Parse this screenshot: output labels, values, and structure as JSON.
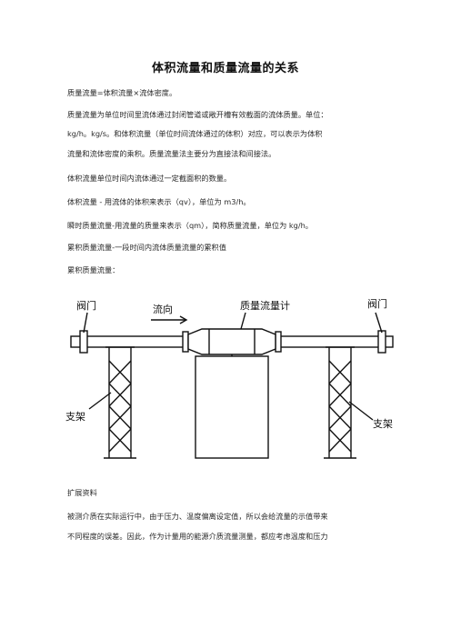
{
  "document": {
    "title": "体积流量和质量流量的关系",
    "paragraphs_top": [
      "质量流量=体积流量×流体密度。",
      "质量流量为单位时间里流体通过封闭管道或敞开槽有效截面的流体质量。单位：",
      "kg/h。kg/s。和体积流量（单位时间流体通过的体积）对应，可以表示为体积",
      "流量和流体密度的乘积。质量流量法主要分为直接法和间接法。",
      "体积流量单位时间内流体通过一定截面积的数量。",
      "体积流量 - 用流体的体积来表示（qv），单位为 m3/h。",
      "瞬时质量流量-用流量的质量来表示（qm），简称质量流量，单位为 kg/h。",
      "累积质量流量-一段时间内流体质量流量的累积值",
      "累积质量流量："
    ],
    "paragraphs_bottom": [
      "扩展资料",
      "被测介质在实际运行中，由于压力、温度偏离设定值，所以会给流量的示值带来",
      "不同程度的误差。因此，作为计量用的能源介质流量测量，都应考虑温度和压力"
    ]
  },
  "figure": {
    "label_valve_left": "阀门",
    "label_flow_direction": "流向",
    "label_mass_flowmeter": "质量流量计",
    "label_valve_right": "阀门",
    "label_support_left": "支架",
    "label_support_right": "支架"
  }
}
